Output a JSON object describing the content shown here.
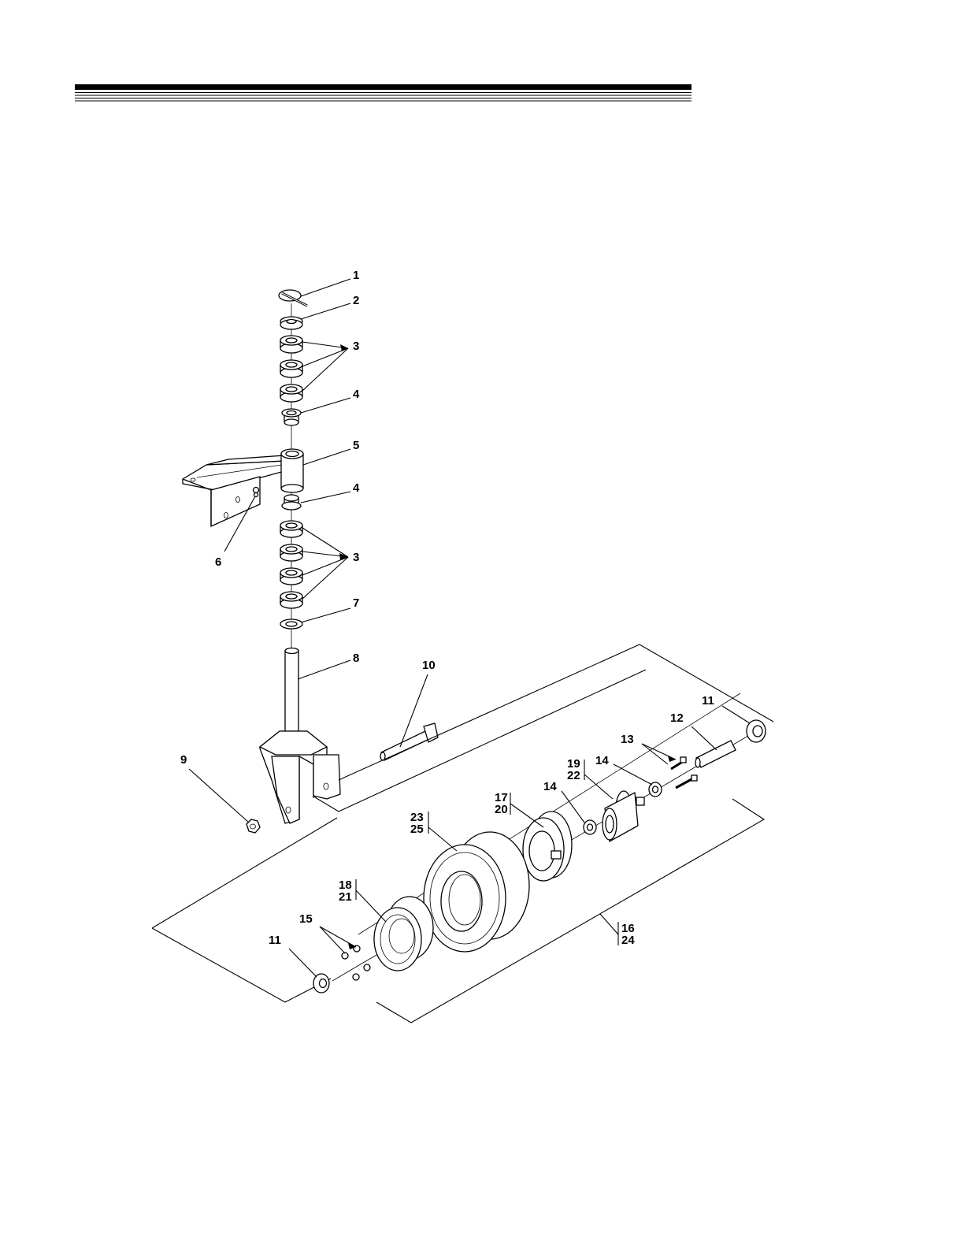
{
  "callouts": {
    "c1": "1",
    "c2": "2",
    "c3a": "3",
    "c4a": "4",
    "c5": "5",
    "c4b": "4",
    "c6": "6",
    "c3b": "3",
    "c7": "7",
    "c8": "8",
    "c10": "10",
    "c9": "9",
    "c11a": "11",
    "c12": "12",
    "c13": "13",
    "c19": "19",
    "c22": "22",
    "c14a": "14",
    "c14b": "14",
    "c17": "17",
    "c20": "20",
    "c23": "23",
    "c25": "25",
    "c18": "18",
    "c21": "21",
    "c15": "15",
    "c11b": "11",
    "c16": "16",
    "c24": "24"
  }
}
